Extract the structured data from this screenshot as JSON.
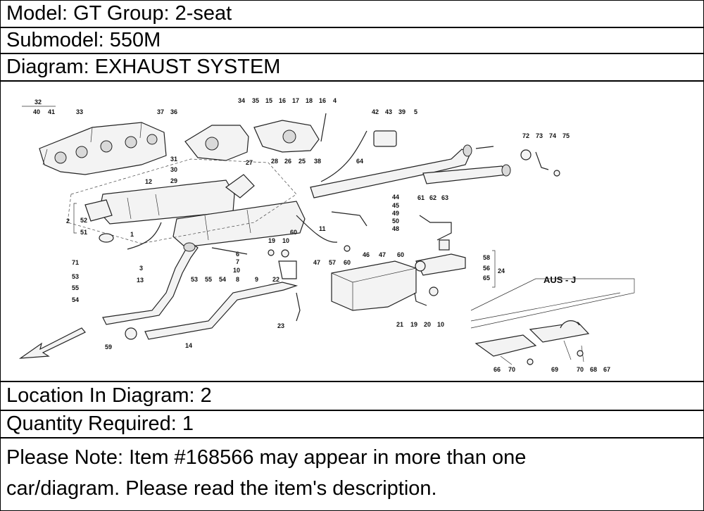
{
  "header": {
    "model": "Model: GT Group: 2-seat",
    "submodel": "Submodel: 550M",
    "diagram": "Diagram: EXHAUST SYSTEM"
  },
  "diagram": {
    "inset_label": "AUS - J",
    "callouts": {
      "c32": "32",
      "c40": "40",
      "c41": "41",
      "c33": "33",
      "c37": "37",
      "c36": "36",
      "c34": "34",
      "c35": "35",
      "c15": "15",
      "c16a": "16",
      "c17": "17",
      "c18": "18",
      "c16b": "16",
      "c4": "4",
      "c42": "42",
      "c43": "43",
      "c39": "39",
      "c5": "5",
      "c72": "72",
      "c73": "73",
      "c74": "74",
      "c75": "75",
      "c31": "31",
      "c30": "30",
      "c29": "29",
      "c27": "27",
      "c28": "28",
      "c26": "26",
      "c25": "25",
      "c38": "38",
      "c64": "64",
      "c12": "12",
      "c2": "2",
      "c52": "52",
      "c51": "51",
      "c1": "1",
      "c44": "44",
      "c45": "45",
      "c49": "49",
      "c50": "50",
      "c48": "48",
      "c61": "61",
      "c62": "62",
      "c63": "63",
      "c60a": "60",
      "c11": "11",
      "c71": "71",
      "c53a": "53",
      "c55a": "55",
      "c54a": "54",
      "c3": "3",
      "c6": "6",
      "c7": "7",
      "c10a": "10",
      "c8": "8",
      "c9": "9",
      "c19a": "19",
      "c10b": "10",
      "c22": "22",
      "c53b": "53",
      "c55b": "55",
      "c54b": "54",
      "c47a": "47",
      "c57": "57",
      "c60b": "60",
      "c46": "46",
      "c47b": "47",
      "c60c": "60",
      "c58": "58",
      "c56": "56",
      "c65": "65",
      "c24": "24",
      "c13": "13",
      "c23": "23",
      "c21": "21",
      "c19b": "19",
      "c20": "20",
      "c10c": "10",
      "c59": "59",
      "c14": "14",
      "c66": "66",
      "c70a": "70",
      "c69": "69",
      "c70b": "70",
      "c68": "68",
      "c67": "67"
    }
  },
  "location": "Location In Diagram: 2",
  "quantity": "Quantity Required: 1",
  "note": {
    "line1": "Please Note: Item #168566 may appear in more than one",
    "line2": "car/diagram. Please read the item's description."
  }
}
